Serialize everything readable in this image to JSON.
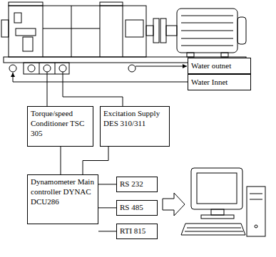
{
  "diagram": {
    "nodes": [
      {
        "text": [
          "Torque/speed Conditioner TSC 305"
        ]
      },
      {
        "text": [
          "Excitation Supply DES 310/311"
        ]
      },
      {
        "text": [
          "Water outnet"
        ]
      },
      {
        "text": [
          "Water Innet"
        ]
      },
      {
        "text": [
          "Dynamometer Main controller DYNAC DCU286"
        ]
      },
      {
        "text": [
          "RS 232"
        ]
      },
      {
        "text": [
          "RS 485"
        ]
      },
      {
        "text": [
          "RTI 815"
        ]
      }
    ],
    "edges": [
      {
        "from": 0,
        "to": 4,
        "arrow": "none"
      },
      {
        "from": 1,
        "to": 4,
        "arrow": "none"
      },
      {
        "from": 4,
        "to": 5,
        "arrow": "none"
      },
      {
        "from": 4,
        "to": 6,
        "arrow": "none"
      },
      {
        "from": 4,
        "to": 7,
        "arrow": "none"
      }
    ]
  }
}
